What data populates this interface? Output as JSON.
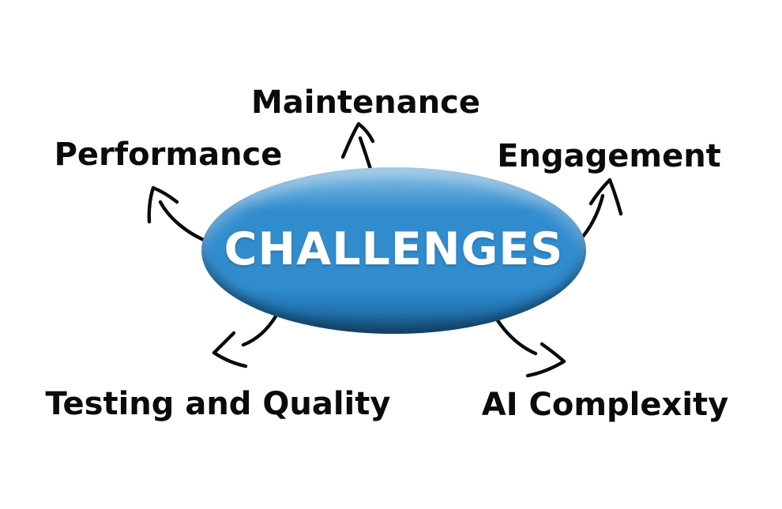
{
  "diagram": {
    "center": {
      "label": "CHALLENGES"
    },
    "nodes": [
      {
        "id": "maintenance",
        "label": "Maintenance",
        "position": "top"
      },
      {
        "id": "performance",
        "label": "Performance",
        "position": "top-left"
      },
      {
        "id": "engagement",
        "label": "Engagement",
        "position": "top-right"
      },
      {
        "id": "testing-and-quality",
        "label": "Testing and Quality",
        "position": "bottom-left"
      },
      {
        "id": "ai-complexity",
        "label": "AI Complexity",
        "position": "bottom-right"
      }
    ],
    "colors": {
      "background": "#FFFFFF",
      "ellipse_fill": "#318CCE",
      "ellipse_fill_deep": "#2273AE",
      "ellipse_highlight": "#8AC0E7",
      "ellipse_shadow_rim": "#17486F",
      "center_text": "#FFFFFF",
      "label_text": "#0B0B0B",
      "arrow_stroke": "#0B0B0B"
    }
  }
}
